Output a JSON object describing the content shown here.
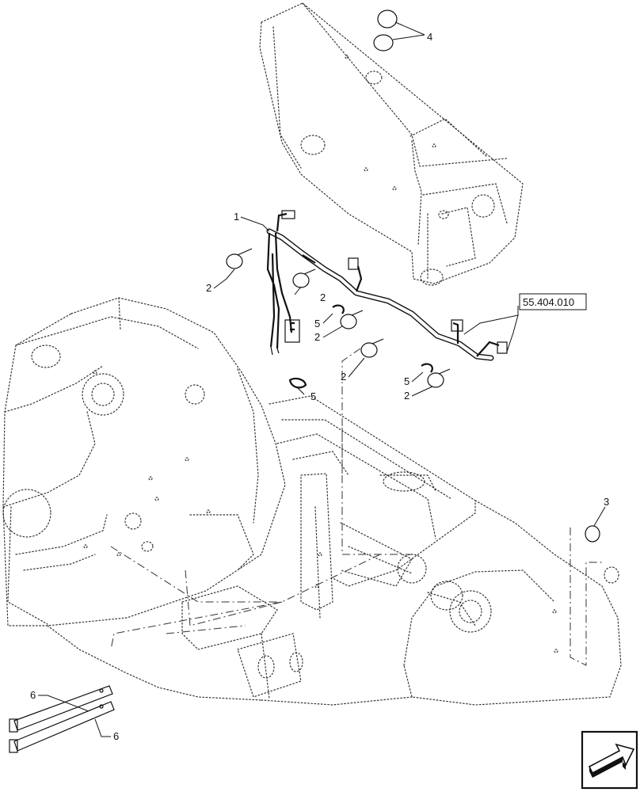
{
  "callouts": [
    {
      "id": "c4",
      "text": "4"
    },
    {
      "id": "c1",
      "text": "1"
    },
    {
      "id": "c2a",
      "text": "2"
    },
    {
      "id": "c2b",
      "text": "2"
    },
    {
      "id": "c5a",
      "text": "5"
    },
    {
      "id": "c2c",
      "text": "2"
    },
    {
      "id": "c2d",
      "text": "2"
    },
    {
      "id": "c5b",
      "text": "5"
    },
    {
      "id": "c5c",
      "text": "5"
    },
    {
      "id": "c2e",
      "text": "2"
    },
    {
      "id": "c3",
      "text": "3"
    },
    {
      "id": "c6a",
      "text": "6"
    },
    {
      "id": "c6b",
      "text": "6"
    }
  ],
  "reference_box": {
    "text": "55.404.010"
  },
  "nav_icon": {
    "name": "arrow-nav-icon"
  }
}
